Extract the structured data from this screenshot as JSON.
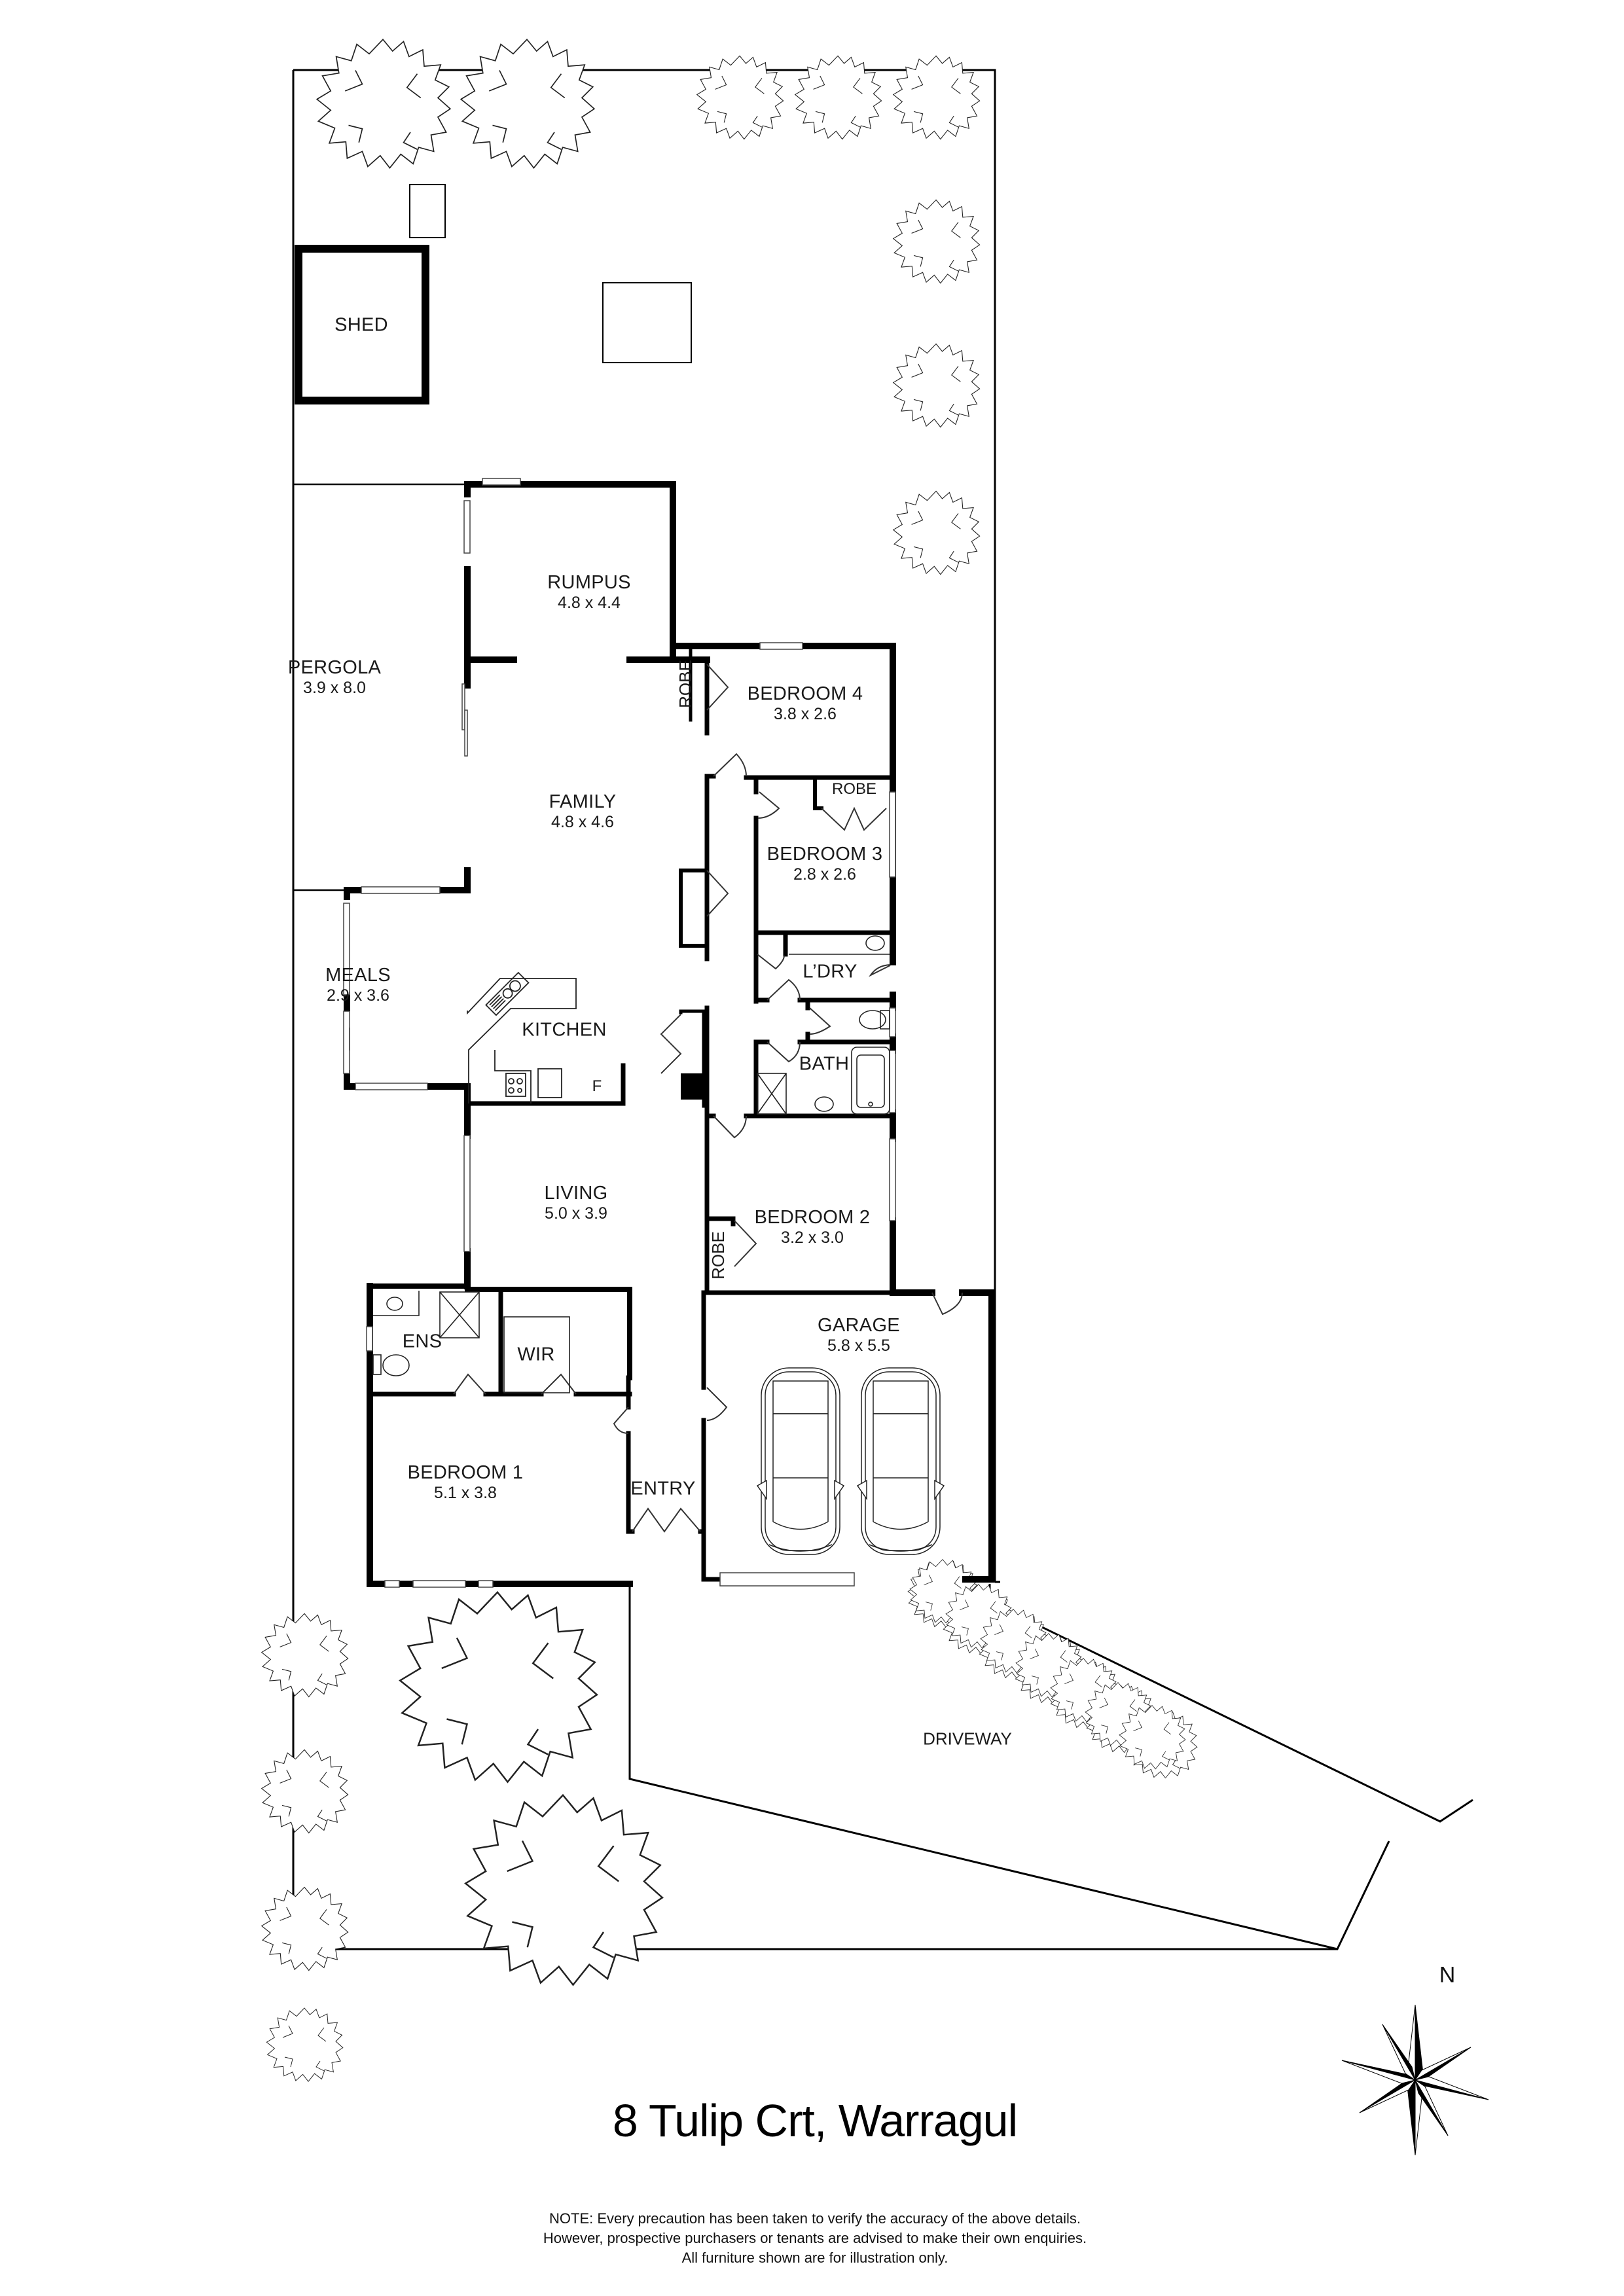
{
  "plan": {
    "address": "8 Tulip Crt, Warragul",
    "note_lines": [
      "NOTE: Every precaution has been taken to verify the accuracy of the above details.",
      "However, prospective purchasers or tenants are advised to make their own enquiries.",
      "All furniture shown are for illustration only."
    ],
    "compass": {
      "label": "N",
      "icon": "compass-rose-icon"
    },
    "outdoor": {
      "shed": "SHED",
      "driveway": "DRIVEWAY"
    },
    "rooms": [
      {
        "id": "rumpus",
        "name": "RUMPUS",
        "dim": "4.8 x 4.4"
      },
      {
        "id": "pergola",
        "name": "PERGOLA",
        "dim": "3.9 x 8.0"
      },
      {
        "id": "bedroom4",
        "name": "BEDROOM 4",
        "dim": "3.8 x 2.6"
      },
      {
        "id": "family",
        "name": "FAMILY",
        "dim": "4.8 x 4.6"
      },
      {
        "id": "bedroom3",
        "name": "BEDROOM 3",
        "dim": "2.8 x 2.6"
      },
      {
        "id": "meals",
        "name": "MEALS",
        "dim": "2.9 x 3.6"
      },
      {
        "id": "kitchen",
        "name": "KITCHEN",
        "dim": ""
      },
      {
        "id": "laundry",
        "name": "L’DRY",
        "dim": ""
      },
      {
        "id": "bath",
        "name": "BATH",
        "dim": ""
      },
      {
        "id": "living",
        "name": "LIVING",
        "dim": "5.0 x 3.9"
      },
      {
        "id": "bedroom2",
        "name": "BEDROOM 2",
        "dim": "3.2 x 3.0"
      },
      {
        "id": "garage",
        "name": "GARAGE",
        "dim": "5.8 x 5.5"
      },
      {
        "id": "ensuite",
        "name": "ENS",
        "dim": ""
      },
      {
        "id": "wir",
        "name": "WIR",
        "dim": ""
      },
      {
        "id": "bedroom1",
        "name": "BEDROOM 1",
        "dim": "5.1 x 3.8"
      },
      {
        "id": "entry",
        "name": "ENTRY",
        "dim": ""
      }
    ],
    "robes": [
      "ROBE",
      "ROBE",
      "ROBE"
    ],
    "fixtures": {
      "fridge": "F"
    },
    "colors": {
      "wall": "#000000",
      "background": "#ffffff",
      "text": "#1a1a1a"
    }
  }
}
